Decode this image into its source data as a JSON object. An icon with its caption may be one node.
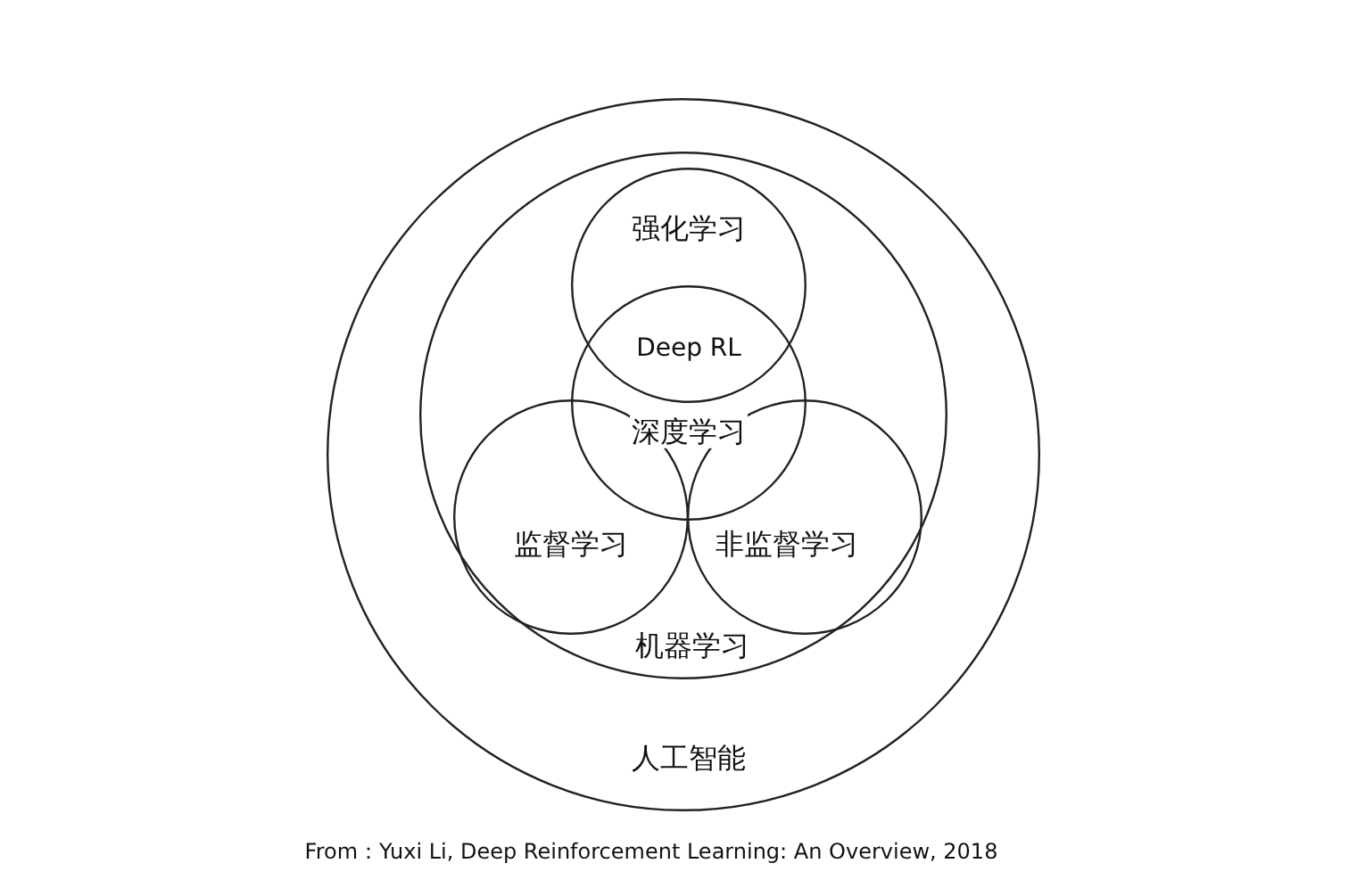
{
  "diagram": {
    "caption": "From：Yuxi Li, Deep Reinforcement Learning: An Overview, 2018",
    "nodes": [
      {
        "text": [
          "人工智能"
        ]
      },
      {
        "text": [
          "机器学习"
        ],
        "in": 0
      },
      {
        "text": [
          "强化学习"
        ],
        "in": 1
      },
      {
        "text": [
          "深度学习"
        ],
        "in": 1
      },
      {
        "text": [
          "监督学习"
        ],
        "in": 1
      },
      {
        "text": [
          "非监督学习"
        ],
        "in": 1
      }
    ],
    "labels": [
      "Deep RL"
    ]
  }
}
